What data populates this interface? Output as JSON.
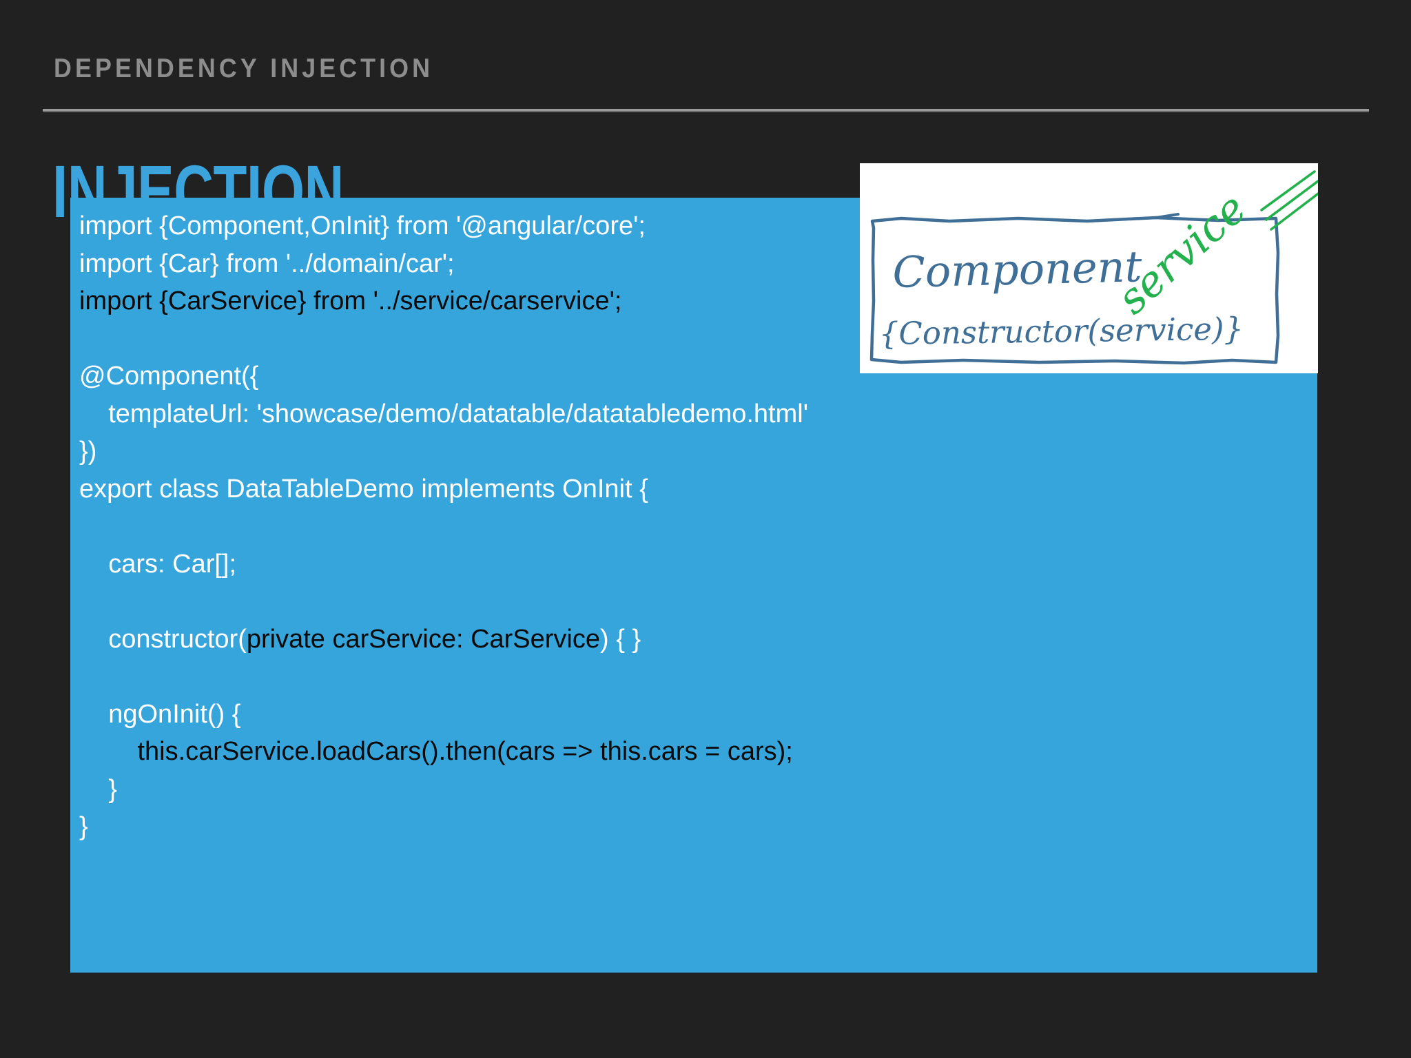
{
  "slide": {
    "kicker": "DEPENDENCY INJECTION",
    "title": "INJECTION",
    "background_color": "#212121",
    "accent_color": "#3BA4DD",
    "code_block_color": "#36A5DC"
  },
  "code": {
    "lines": [
      {
        "segments": [
          {
            "text": "import {Component,OnInit} from '@angular/core';",
            "tone": "light"
          }
        ]
      },
      {
        "segments": [
          {
            "text": "import {Car} from '../domain/car';",
            "tone": "light"
          }
        ]
      },
      {
        "segments": [
          {
            "text": "import {CarService} from '../service/carservice';",
            "tone": "dark"
          }
        ]
      },
      {
        "segments": [
          {
            "text": "",
            "tone": "light"
          }
        ]
      },
      {
        "segments": [
          {
            "text": "@Component({",
            "tone": "light"
          }
        ]
      },
      {
        "segments": [
          {
            "text": "    templateUrl: 'showcase/demo/datatable/datatabledemo.html'",
            "tone": "light"
          }
        ]
      },
      {
        "segments": [
          {
            "text": "})",
            "tone": "light"
          }
        ]
      },
      {
        "segments": [
          {
            "text": "export class DataTableDemo implements OnInit {",
            "tone": "light"
          }
        ]
      },
      {
        "segments": [
          {
            "text": "",
            "tone": "light"
          }
        ]
      },
      {
        "segments": [
          {
            "text": "    cars: Car[];",
            "tone": "light"
          }
        ]
      },
      {
        "segments": [
          {
            "text": "",
            "tone": "light"
          }
        ]
      },
      {
        "segments": [
          {
            "text": "    constructor(",
            "tone": "light"
          },
          {
            "text": "private carService: CarService",
            "tone": "dark"
          },
          {
            "text": ") { }",
            "tone": "light"
          }
        ]
      },
      {
        "segments": [
          {
            "text": "",
            "tone": "light"
          }
        ]
      },
      {
        "segments": [
          {
            "text": "    ngOnInit() {",
            "tone": "light"
          }
        ]
      },
      {
        "segments": [
          {
            "text": "        ",
            "tone": "light"
          },
          {
            "text": "this.carService.loadCars().then(cars => this.cars = cars);",
            "tone": "dark"
          }
        ]
      },
      {
        "segments": [
          {
            "text": "    }",
            "tone": "light"
          }
        ]
      },
      {
        "segments": [
          {
            "text": "}",
            "tone": "light"
          }
        ]
      }
    ]
  },
  "sketch": {
    "box_label": "Component",
    "constructor_label": "{Constructor(service)}",
    "arrow_label": "service",
    "box_color": "#3f6e96",
    "arrow_color": "#22b14c"
  }
}
